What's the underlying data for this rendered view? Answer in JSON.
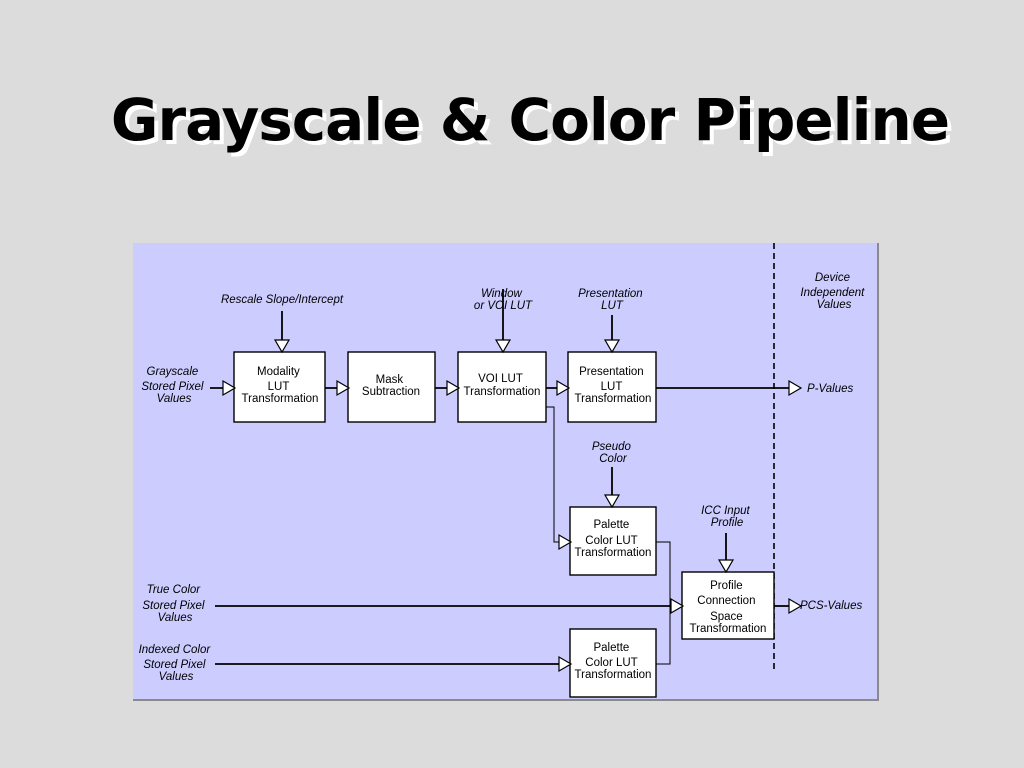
{
  "title": "Grayscale & Color Pipeline",
  "boxes": {
    "modality": [
      "Modality",
      "LUT",
      "Transformation"
    ],
    "mask": [
      "Mask",
      "Subtraction"
    ],
    "voi": [
      "VOI LUT",
      "Transformation"
    ],
    "presentation": [
      "Presentation",
      "LUT",
      "Transformation"
    ],
    "palette_pseudo": [
      "Palette",
      "Color LUT",
      "Transformation"
    ],
    "pcs": [
      "Profile",
      "Connection",
      "Space",
      "Transformation"
    ],
    "palette_indexed": [
      "Palette",
      "Color LUT",
      "Transformation"
    ]
  },
  "labels": {
    "rescale": [
      "Rescale Slope/Intercept"
    ],
    "window": [
      "Window",
      "or VOI LUT"
    ],
    "presentation_lut": [
      "Presentation",
      "LUT"
    ],
    "device_independent": [
      "Device",
      "Independent",
      "Values"
    ],
    "grayscale_input": [
      "Grayscale",
      "Stored Pixel",
      "Values"
    ],
    "p_values": [
      "P-Values"
    ],
    "pseudo_color": [
      "Pseudo",
      "Color"
    ],
    "icc_input": [
      "ICC Input",
      "Profile"
    ],
    "true_color_input": [
      "True Color",
      "Stored Pixel",
      "Values"
    ],
    "pcs_values": [
      "PCS-Values"
    ],
    "indexed_color_input": [
      "Indexed Color",
      "Stored Pixel",
      "Values"
    ]
  }
}
